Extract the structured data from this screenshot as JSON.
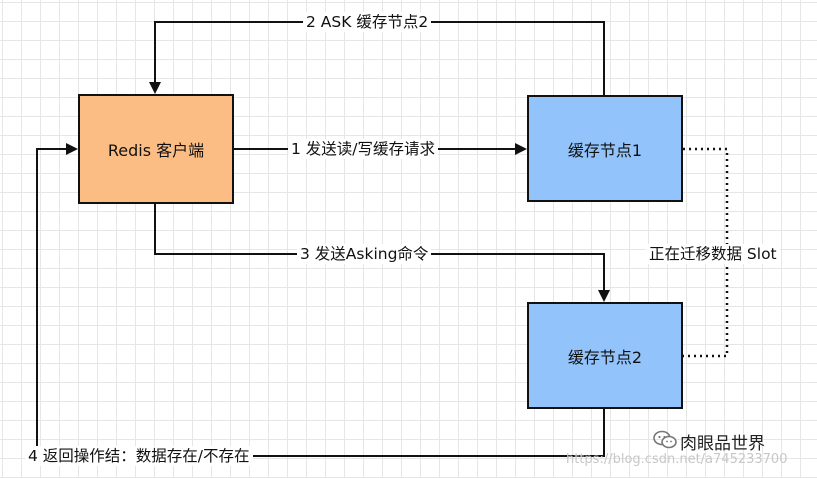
{
  "nodes": {
    "client": {
      "label": "Redis 客户端",
      "color": "#fbbd83"
    },
    "node1": {
      "label": "缓存节点1",
      "color": "#92c4fb"
    },
    "node2": {
      "label": "缓存节点2",
      "color": "#92c4fb"
    }
  },
  "edges": {
    "send_request": "1 发送读/写缓存请求",
    "ask": "2 ASK 缓存节点2",
    "asking": "3 发送Asking命令",
    "return_result": "4 返回操作结：数据存在/不存在",
    "migrating": "正在迁移数据 Slot"
  },
  "watermark": {
    "account": "肉眼品世界",
    "url": "https://blog.csdn.net/a745233700"
  }
}
